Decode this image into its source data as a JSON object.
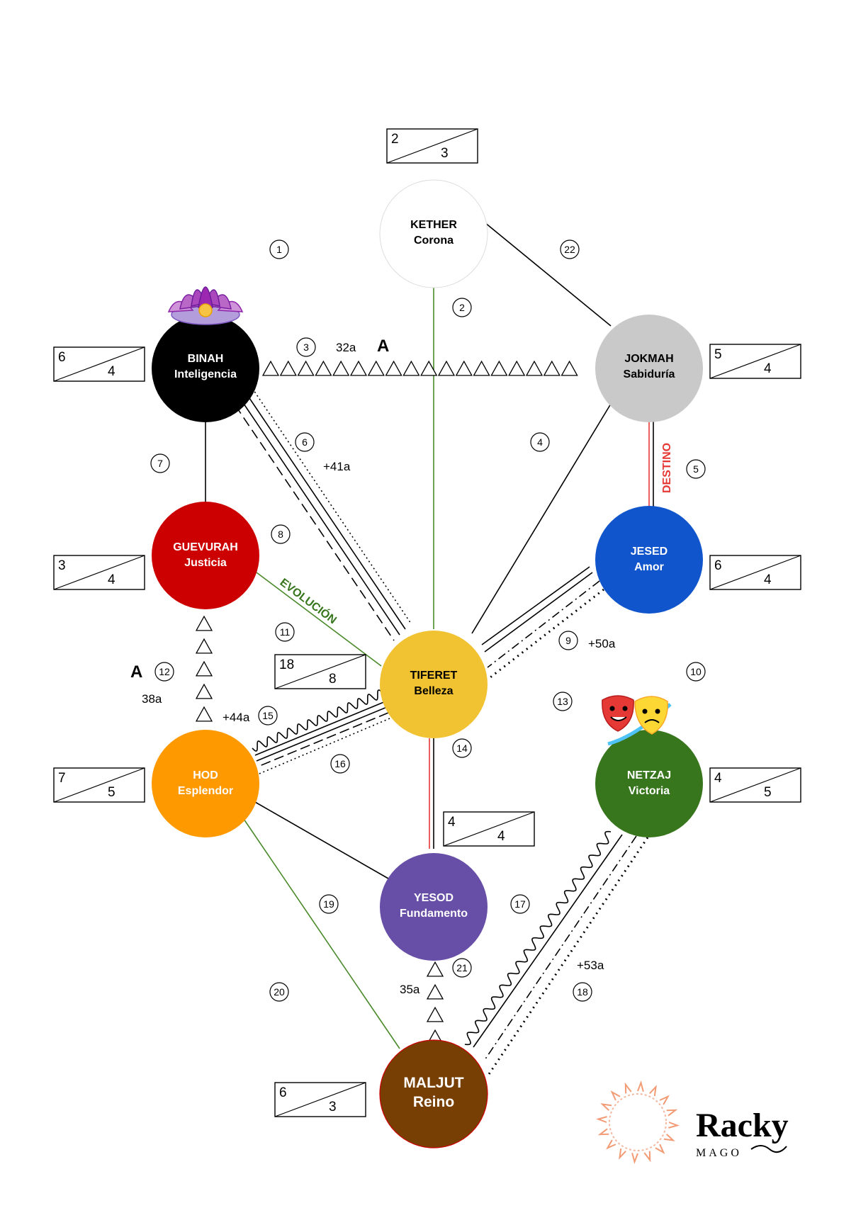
{
  "nodes": [
    {
      "id": "kether",
      "title": "KETHER",
      "subtitle": "Corona",
      "color": "#ffffff",
      "text_color": "#000000"
    },
    {
      "id": "binah",
      "title": "BINAH",
      "subtitle": "Inteligencia",
      "color": "#000000",
      "text_color": "#ffffff"
    },
    {
      "id": "jokmah",
      "title": "JOKMAH",
      "subtitle": "Sabiduría",
      "color": "#c9c9c9",
      "text_color": "#000000"
    },
    {
      "id": "guevurah",
      "title": "GUEVURAH",
      "subtitle": "Justicia",
      "color": "#cc0000",
      "text_color": "#ffffff"
    },
    {
      "id": "jesed",
      "title": "JESED",
      "subtitle": "Amor",
      "color": "#1155cc",
      "text_color": "#ffffff"
    },
    {
      "id": "tiferet",
      "title": "TIFERET",
      "subtitle": "Belleza",
      "color": "#f1c232",
      "text_color": "#000000"
    },
    {
      "id": "hod",
      "title": "HOD",
      "subtitle": "Esplendor",
      "color": "#ff9900",
      "text_color": "#ffffff"
    },
    {
      "id": "netzaj",
      "title": "NETZAJ",
      "subtitle": "Victoria",
      "color": "#38761d",
      "text_color": "#ffffff"
    },
    {
      "id": "yesod",
      "title": "YESOD",
      "subtitle": "Fundamento",
      "color": "#674ea7",
      "text_color": "#ffffff"
    },
    {
      "id": "maljut",
      "title": "MALJUT",
      "subtitle": "Reino",
      "color": "#783f04",
      "text_color": "#ffffff"
    }
  ],
  "boxes": [
    {
      "id": "kether",
      "top": "2",
      "bottom": "3"
    },
    {
      "id": "binah",
      "top": "6",
      "bottom": "4"
    },
    {
      "id": "jokmah",
      "top": "5",
      "bottom": "4"
    },
    {
      "id": "guevurah",
      "top": "3",
      "bottom": "4"
    },
    {
      "id": "jesed",
      "top": "6",
      "bottom": "4"
    },
    {
      "id": "tiferet",
      "top": "18",
      "bottom": "8"
    },
    {
      "id": "hod",
      "top": "7",
      "bottom": "5"
    },
    {
      "id": "netzaj",
      "top": "4",
      "bottom": "5"
    },
    {
      "id": "yesod",
      "top": "4",
      "bottom": "4"
    },
    {
      "id": "maljut",
      "top": "6",
      "bottom": "3"
    }
  ],
  "path_numbers": [
    "1",
    "2",
    "3",
    "4",
    "5",
    "6",
    "7",
    "8",
    "9",
    "10",
    "11",
    "12",
    "13",
    "14",
    "15",
    "16",
    "17",
    "18",
    "19",
    "20",
    "21",
    "22"
  ],
  "labels": {
    "a_top": "A",
    "age_32": "32a",
    "age_41": "+41a",
    "age_50": "+50a",
    "age_38": "38a",
    "a_left": "A",
    "age_44": "+44a",
    "age_35": "35a",
    "age_53": "+53a",
    "destino": "DESTINO",
    "evolucion": "EVOLUCIÓN"
  },
  "colors": {
    "green_line": "#4a8a2a",
    "red_line": "#e53935",
    "evolucion_text": "#38761d",
    "destino_text": "#e53935"
  },
  "logo": {
    "name": "Racky",
    "tagline": "MAGO"
  }
}
